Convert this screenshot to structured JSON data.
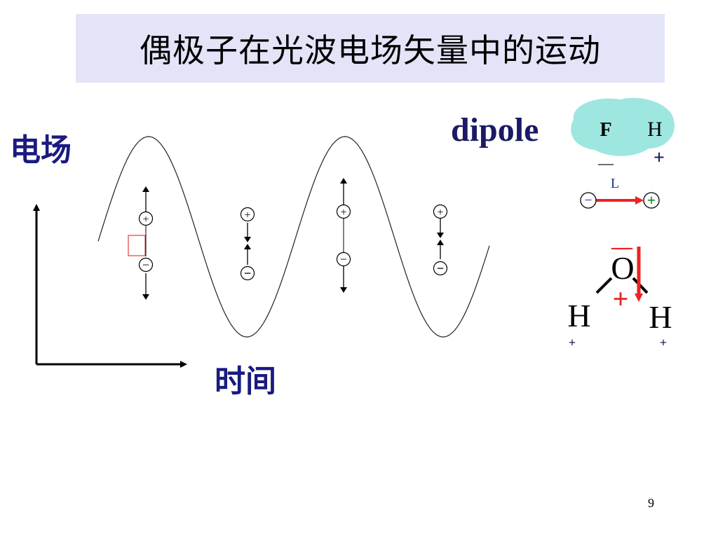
{
  "slide": {
    "title": "偶极子在光波电场矢量中的运动",
    "page_number": "9"
  },
  "axes": {
    "y_label": "电场",
    "x_label": "时间"
  },
  "dipole_section": {
    "word": "dipole",
    "hf": {
      "atom_left": "F",
      "atom_right": "H",
      "charge_left": "—",
      "charge_right": "+",
      "bond_label": "L",
      "neg_symbol": "−",
      "pos_symbol": "+"
    },
    "water": {
      "oxygen": "O",
      "hydrogen_left": "H",
      "hydrogen_right": "H",
      "oxygen_charge": "—",
      "center_charge": "+",
      "h_left_charge": "+",
      "h_right_charge": "+"
    }
  },
  "wave_dipoles": {
    "plus_symbol": "+",
    "minus_symbol": "−"
  },
  "colors": {
    "title_bg": "#e4e4f8",
    "label_blue": "#1a1a80",
    "hf_cloud": "#9ee6e0",
    "arrow_red": "#ee2222",
    "plus_green": "#118811",
    "minus_blue": "#1a3a8a"
  }
}
